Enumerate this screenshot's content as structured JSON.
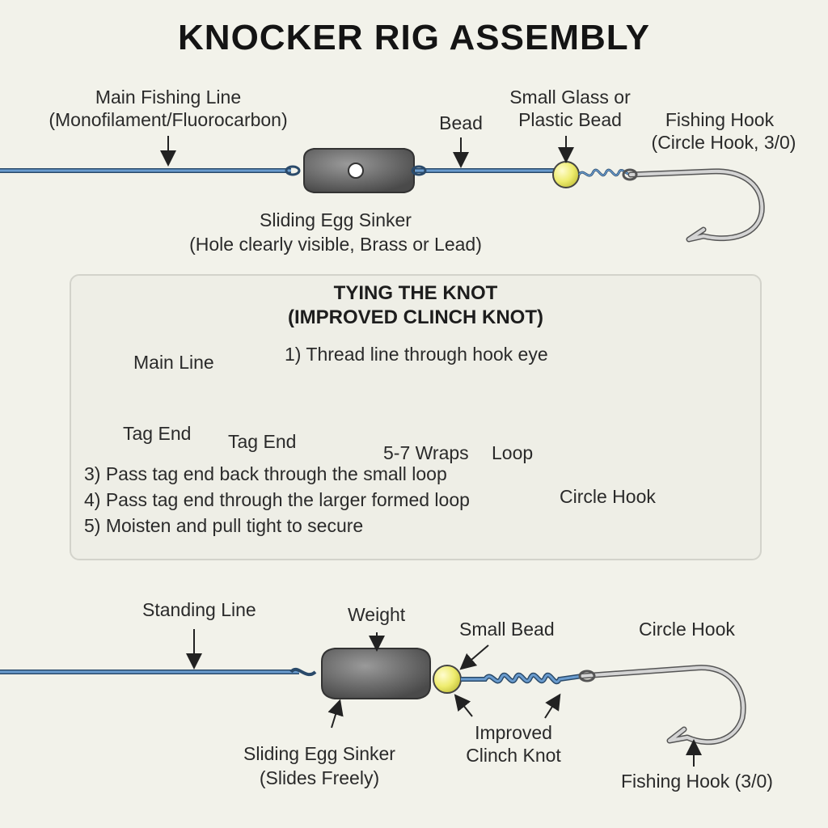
{
  "title": "KNOCKER RIG ASSEMBLY",
  "top_rig": {
    "main_line_label_1": "Main Fishing Line",
    "main_line_label_2": "(Monofilament/Fluorocarbon)",
    "bead_label": "Bead",
    "small_bead_label_1": "Small Glass or",
    "small_bead_label_2": "Plastic Bead",
    "hook_label_1": "Fishing Hook",
    "hook_label_2": "(Circle Hook, 3/0)",
    "sinker_label_1": "Sliding Egg Sinker",
    "sinker_label_2": "(Hole clearly visible, Brass or Lead)"
  },
  "knot_panel": {
    "title_1": "TYING THE KNOT",
    "title_2": "(IMPROVED CLINCH KNOT)",
    "step_1": "1) Thread line  through hook eye",
    "main_line_label": "Main Line",
    "tag_end_left": "Tag End",
    "tag_end_mid": "Tag End",
    "wraps_label": "5-7 Wraps",
    "loop_label": "Loop",
    "step_3": "3) Pass tag end back through the small loop",
    "step_4": "4) Pass tag end through the larger formed loop",
    "step_5": "5) Moisten and pull tight to secure",
    "hook_label": "Circle Hook"
  },
  "bottom_rig": {
    "standing_line_label": "Standing Line",
    "weight_label": "Weight",
    "small_bead_label": "Small Bead",
    "circle_hook_label": "Circle Hook",
    "sinker_label_1": "Sliding Egg Sinker",
    "sinker_label_2": "(Slides Freely)",
    "knot_label_1": "Improved",
    "knot_label_2": "Clinch Knot",
    "hook_label": "Fishing Hook (3/0)"
  },
  "colors": {
    "background": "#f2f2ea",
    "line": "#5b8fc4",
    "line_outline": "#2a4a6a",
    "sinker": "#6e6e6e",
    "bead": "#f0ef7a",
    "hook": "#c8c8c8",
    "panel": "#eeeee6"
  },
  "icons": [
    "arrow-icon",
    "egg-sinker-icon",
    "bead-icon",
    "circle-hook-icon",
    "clinch-knot-icon"
  ]
}
